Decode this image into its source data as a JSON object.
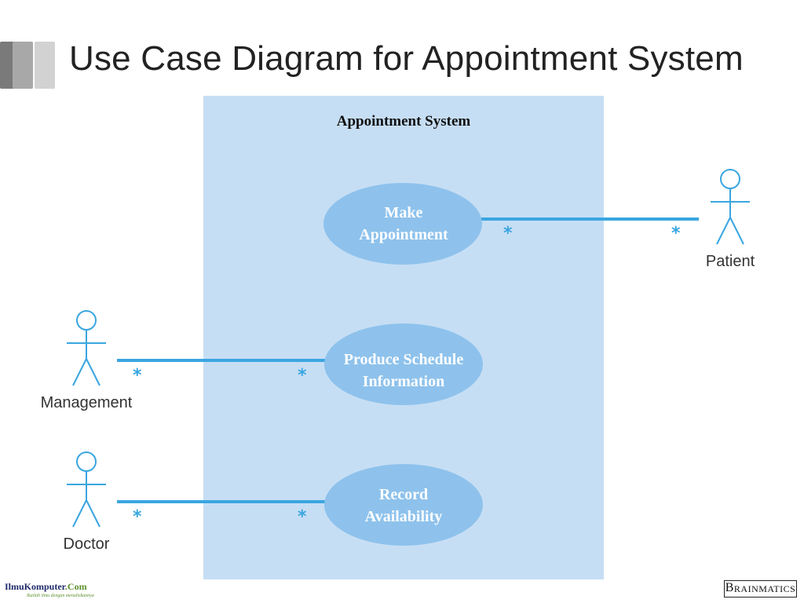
{
  "slide": {
    "title": "Use Case Diagram for Appointment System",
    "title_bar_colors": [
      "#7a7a7a",
      "#a8a8a8",
      "#d2d2d2"
    ]
  },
  "diagram": {
    "system_label": "Appointment System",
    "colors": {
      "system_fill": "#c6def4",
      "usecase_fill": "#8ec2ec",
      "line": "#3aa6e0",
      "actor_stroke": "#3aa6e0"
    },
    "use_cases": [
      {
        "id": "make-appointment",
        "line1": "Make",
        "line2": "Appointment"
      },
      {
        "id": "produce-schedule-information",
        "line1": "Produce Schedule",
        "line2": "Information"
      },
      {
        "id": "record-availability",
        "line1": "Record",
        "line2": "Availability"
      }
    ],
    "actors": [
      {
        "id": "patient",
        "label": "Patient"
      },
      {
        "id": "management",
        "label": "Management"
      },
      {
        "id": "doctor",
        "label": "Doctor"
      }
    ],
    "associations": [
      {
        "actor": "patient",
        "use_case": "make-appointment",
        "actor_multiplicity": "*",
        "use_case_multiplicity": "*"
      },
      {
        "actor": "management",
        "use_case": "produce-schedule-information",
        "actor_multiplicity": "*",
        "use_case_multiplicity": "*"
      },
      {
        "actor": "doctor",
        "use_case": "record-availability",
        "actor_multiplicity": "*",
        "use_case_multiplicity": "*"
      }
    ]
  },
  "footer": {
    "left_brand_part1": "IlmuKomputer",
    "left_brand_part2": ".Com",
    "left_tagline": "Ikatlah ilmu dengan menuliskannya",
    "right_brand_big": "B",
    "right_brand_rain": "RAIN",
    "right_brand_rest": "MATICS"
  }
}
